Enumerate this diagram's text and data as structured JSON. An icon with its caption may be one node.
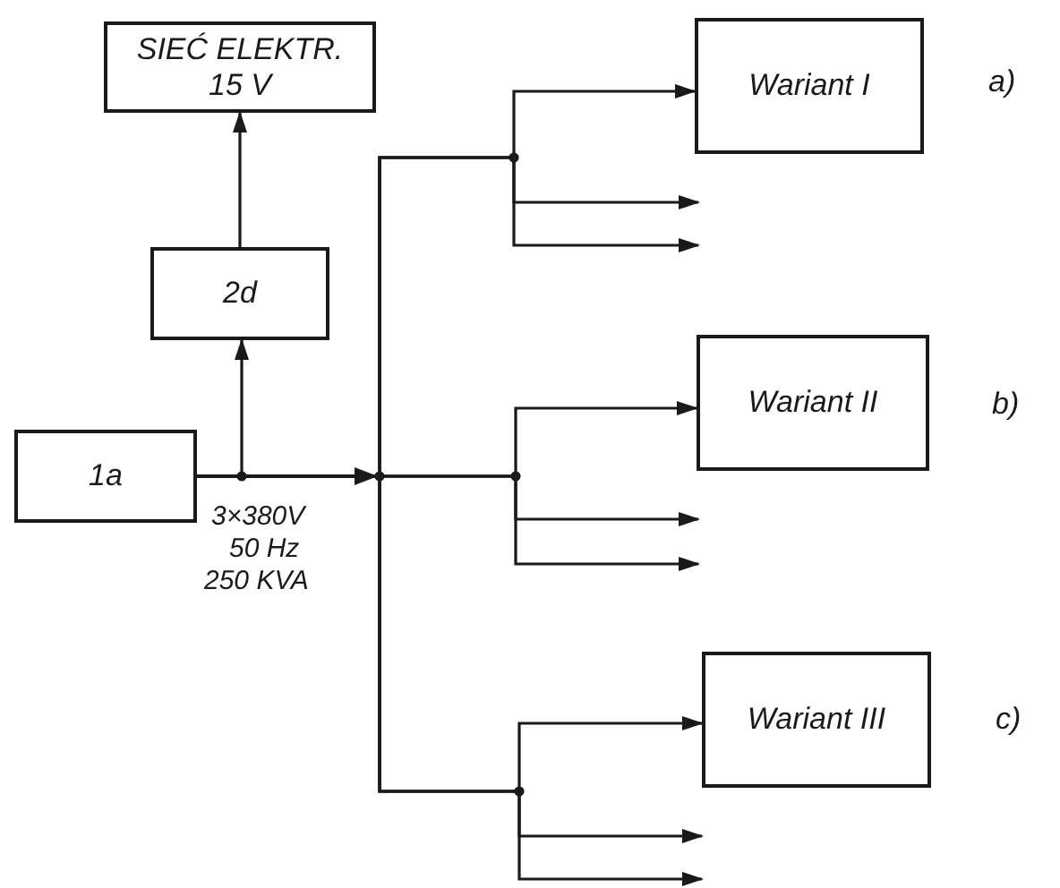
{
  "diagram": {
    "nodes": [
      {
        "text": [
          "SIEĆ ELEKTR.",
          "15 V"
        ]
      },
      {
        "text": [
          "2d"
        ]
      },
      {
        "text": [
          "1a"
        ]
      },
      {
        "text": [
          "Wariant I"
        ],
        "beside": [
          "a)"
        ]
      },
      {
        "text": [
          "Wariant II"
        ],
        "beside": [
          "b)"
        ]
      },
      {
        "text": [
          "Wariant III"
        ],
        "beside": [
          "c)"
        ]
      }
    ],
    "edges": [
      {
        "from": 2,
        "to": 1,
        "arrow": "to"
      },
      {
        "from": 1,
        "to": 0,
        "arrow": "to"
      },
      {
        "from": 2,
        "to": 3,
        "arrow": "to"
      },
      {
        "from": 2,
        "to": null,
        "arrow": "to"
      },
      {
        "from": 2,
        "to": null,
        "arrow": "to"
      },
      {
        "from": 2,
        "to": 4,
        "arrow": "to"
      },
      {
        "from": 2,
        "to": null,
        "arrow": "to"
      },
      {
        "from": 2,
        "to": null,
        "arrow": "to"
      },
      {
        "from": 2,
        "to": 5,
        "arrow": "to"
      },
      {
        "from": 2,
        "to": null,
        "arrow": "to"
      },
      {
        "from": 2,
        "to": null,
        "arrow": "to"
      }
    ],
    "labels": [
      "3×380V",
      "50 Hz",
      "250 KVA"
    ]
  }
}
